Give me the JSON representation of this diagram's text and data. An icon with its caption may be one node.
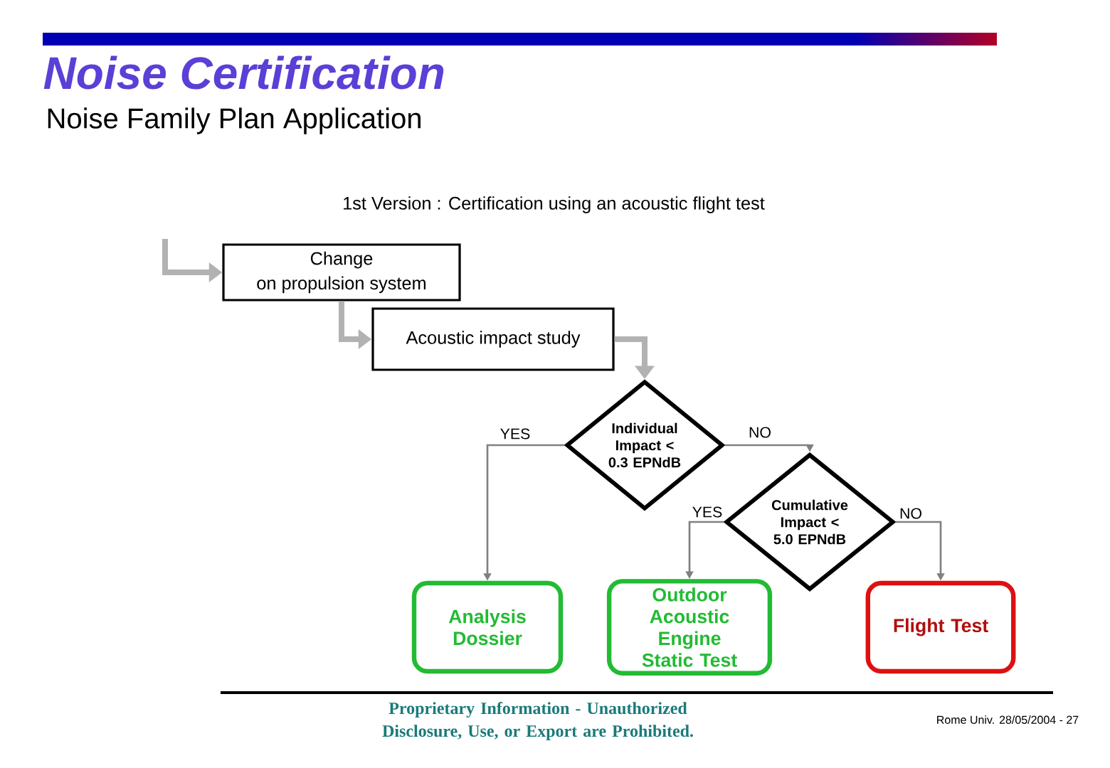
{
  "diagram": {
    "title": "Noise Certification",
    "nodes": [
      {
        "text": [
          "Change",
          "on propulsion system"
        ]
      },
      {
        "text": [
          "Acoustic impact study"
        ]
      },
      {
        "text": [
          "Individual Impact < 0.3 EPNdB"
        ]
      },
      {
        "text": [
          "Cumulative Impact < 5.0 EPNdB"
        ]
      },
      {
        "text": [
          "Analysis Dossier"
        ]
      },
      {
        "text": [
          "Outdoor Acoustic Engine Static Test"
        ]
      },
      {
        "text": [
          "Flight Test"
        ]
      }
    ],
    "edges": [
      {
        "from": null,
        "to": 0,
        "arrow": "to",
        "style": "thick"
      },
      {
        "from": 0,
        "to": 1,
        "arrow": "to",
        "style": "thick"
      },
      {
        "from": 1,
        "to": 2,
        "arrow": "to",
        "style": "thick"
      },
      {
        "from": 2,
        "to": 4,
        "arrow": "to",
        "label": "YES"
      },
      {
        "from": 2,
        "to": 3,
        "arrow": "to",
        "label": "NO"
      },
      {
        "from": 3,
        "to": 5,
        "arrow": "to",
        "label": "YES"
      },
      {
        "from": 3,
        "to": 6,
        "arrow": "to",
        "label": "NO"
      }
    ],
    "labels": [
      "Noise Family Plan Application",
      "1st Version : Certification using an acoustic flight test",
      "Proprietary Information - Unauthorized Disclosure, Use, or Export are Prohibited.",
      "Rome Univ. 28/05/2004 - 27"
    ]
  }
}
